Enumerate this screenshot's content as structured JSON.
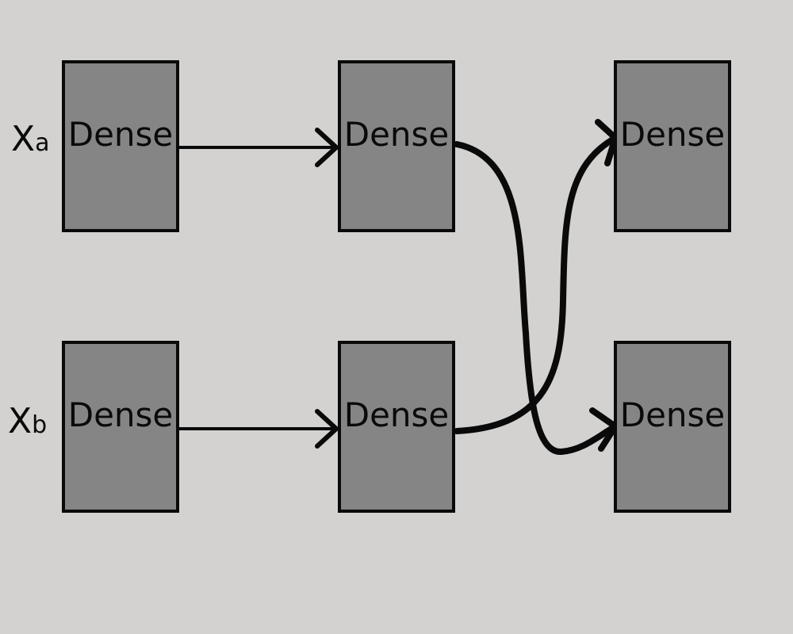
{
  "inputs": {
    "a": {
      "base": "X",
      "sub": "a"
    },
    "b": {
      "base": "X",
      "sub": "b"
    }
  },
  "nodes": {
    "a1": "Dense",
    "a2": "Dense",
    "a3": "Dense",
    "b1": "Dense",
    "b2": "Dense",
    "b3": "Dense"
  },
  "edges": [
    {
      "from": "a1",
      "to": "a2"
    },
    {
      "from": "b1",
      "to": "b2"
    },
    {
      "from": "a2",
      "to": "b3"
    },
    {
      "from": "b2",
      "to": "a3"
    }
  ],
  "colors": {
    "background": "#d3d2d0",
    "node_fill": "#858585",
    "stroke": "#0a0a0a"
  }
}
